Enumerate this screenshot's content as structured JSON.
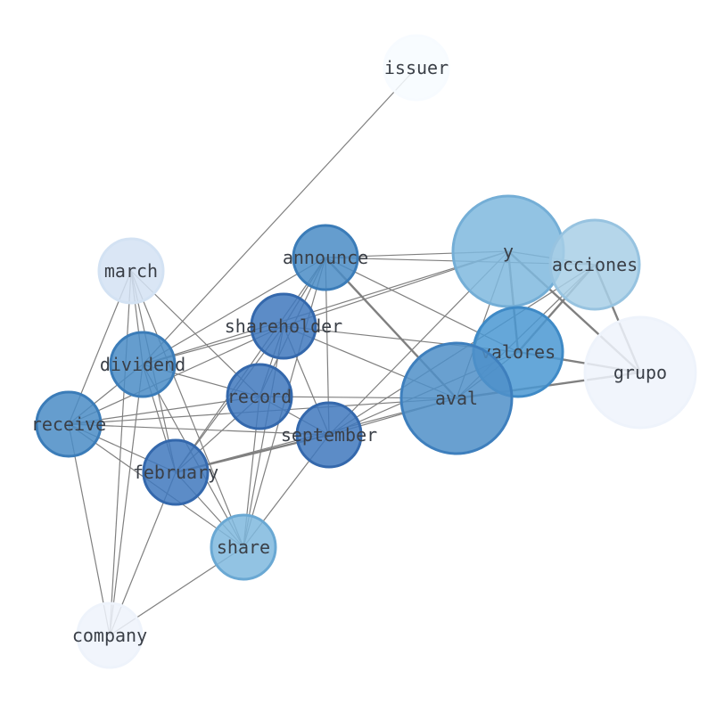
{
  "graph": {
    "nodes": [
      {
        "id": "issuer",
        "label": "issuer",
        "color": "#f7fbff",
        "stroke": "#f7fbff"
      },
      {
        "id": "y",
        "label": "y",
        "color": "#7fb8de",
        "stroke": "#74aed6"
      },
      {
        "id": "acciones",
        "label": "acciones",
        "color": "#a8cfe6",
        "stroke": "#97c3e0"
      },
      {
        "id": "grupo",
        "label": "grupo",
        "color": "#eef3fb",
        "stroke": "#eef3fb"
      },
      {
        "id": "valores",
        "label": "valores",
        "color": "#4a98d2",
        "stroke": "#3f8ac6"
      },
      {
        "id": "aval",
        "label": "aval",
        "color": "#4f8fc8",
        "stroke": "#3e7fbd"
      },
      {
        "id": "announce",
        "label": "announce",
        "color": "#4a8cc6",
        "stroke": "#3b7cb8"
      },
      {
        "id": "march",
        "label": "march",
        "color": "#d3e2f3",
        "stroke": "#d3e2f3"
      },
      {
        "id": "shareholder",
        "label": "shareholder",
        "color": "#3f78bd",
        "stroke": "#3468ac"
      },
      {
        "id": "dividend",
        "label": "dividend",
        "color": "#4a8cc6",
        "stroke": "#3b7cb8"
      },
      {
        "id": "record",
        "label": "record",
        "color": "#3f78bd",
        "stroke": "#3468ac"
      },
      {
        "id": "receive",
        "label": "receive",
        "color": "#4a8cc6",
        "stroke": "#3b7cb8"
      },
      {
        "id": "september",
        "label": "september",
        "color": "#3f78bd",
        "stroke": "#3468ac"
      },
      {
        "id": "february",
        "label": "february",
        "color": "#3f78bd",
        "stroke": "#3468ac"
      },
      {
        "id": "share",
        "label": "share",
        "color": "#7fb8de",
        "stroke": "#6aa8d3"
      },
      {
        "id": "company",
        "label": "company",
        "color": "#eef3fb",
        "stroke": "#eef3fb"
      }
    ],
    "edges": [
      [
        "issuer",
        "dividend"
      ],
      [
        "announce",
        "y"
      ],
      [
        "announce",
        "acciones"
      ],
      [
        "announce",
        "shareholder"
      ],
      [
        "announce",
        "dividend"
      ],
      [
        "announce",
        "record"
      ],
      [
        "announce",
        "september"
      ],
      [
        "announce",
        "february"
      ],
      [
        "announce",
        "aval"
      ],
      [
        "announce",
        "valores"
      ],
      [
        "announce",
        "share"
      ],
      [
        "y",
        "acciones"
      ],
      [
        "y",
        "valores"
      ],
      [
        "y",
        "grupo"
      ],
      [
        "y",
        "aval"
      ],
      [
        "y",
        "september"
      ],
      [
        "y",
        "shareholder"
      ],
      [
        "y",
        "dividend"
      ],
      [
        "acciones",
        "valores"
      ],
      [
        "acciones",
        "grupo"
      ],
      [
        "acciones",
        "aval"
      ],
      [
        "acciones",
        "september"
      ],
      [
        "valores",
        "grupo"
      ],
      [
        "valores",
        "aval"
      ],
      [
        "valores",
        "shareholder"
      ],
      [
        "valores",
        "september"
      ],
      [
        "aval",
        "grupo"
      ],
      [
        "aval",
        "september"
      ],
      [
        "aval",
        "february"
      ],
      [
        "aval",
        "record"
      ],
      [
        "aval",
        "receive"
      ],
      [
        "aval",
        "shareholder"
      ],
      [
        "march",
        "dividend"
      ],
      [
        "march",
        "record"
      ],
      [
        "march",
        "receive"
      ],
      [
        "march",
        "february"
      ],
      [
        "march",
        "share"
      ],
      [
        "march",
        "company"
      ],
      [
        "shareholder",
        "dividend"
      ],
      [
        "shareholder",
        "record"
      ],
      [
        "shareholder",
        "receive"
      ],
      [
        "shareholder",
        "february"
      ],
      [
        "shareholder",
        "share"
      ],
      [
        "shareholder",
        "september"
      ],
      [
        "dividend",
        "record"
      ],
      [
        "dividend",
        "receive"
      ],
      [
        "dividend",
        "february"
      ],
      [
        "dividend",
        "share"
      ],
      [
        "dividend",
        "company"
      ],
      [
        "record",
        "receive"
      ],
      [
        "record",
        "september"
      ],
      [
        "record",
        "february"
      ],
      [
        "record",
        "share"
      ],
      [
        "receive",
        "september"
      ],
      [
        "receive",
        "february"
      ],
      [
        "receive",
        "share"
      ],
      [
        "receive",
        "company"
      ],
      [
        "september",
        "february"
      ],
      [
        "september",
        "share"
      ],
      [
        "february",
        "share"
      ],
      [
        "february",
        "company"
      ],
      [
        "share",
        "company"
      ]
    ]
  }
}
